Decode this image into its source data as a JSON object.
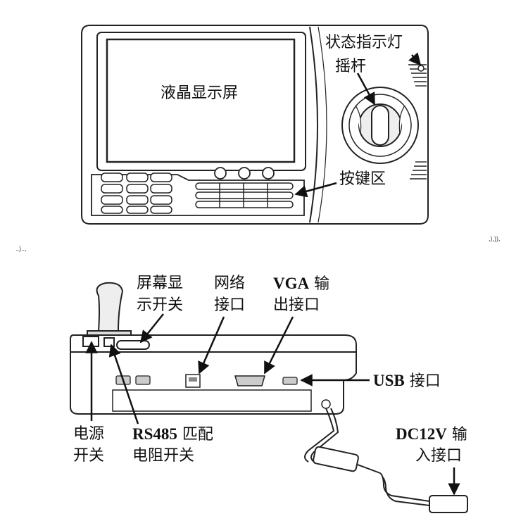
{
  "front_view": {
    "screen_label": "液晶显示屏",
    "status_light_label": "状态指示灯",
    "joystick_label": "摇杆",
    "keypad_label": "按键区"
  },
  "rear_view": {
    "screen_switch_label": {
      "line1": "屏幕显",
      "line2": "示开关"
    },
    "network_port_label": {
      "line1": "网络",
      "line2": "接口"
    },
    "vga_label": {
      "line1_bold": "VGA",
      "line1_rest": " 输",
      "line2": "出接口"
    },
    "usb_label": {
      "bold": "USB",
      "rest": " 接口"
    },
    "power_switch_label": {
      "line1": "电源",
      "line2": "开关"
    },
    "rs485_label": {
      "line1_bold": "RS485",
      "line1_rest": " 匹配",
      "line2": "电阻开关"
    },
    "dc_label": {
      "line1_bold": "DC12V",
      "line1_rest": " 输",
      "line2": "入接口"
    }
  },
  "colors": {
    "line": "#222222",
    "screen_fill": "#ffffff",
    "background": "#ffffff"
  }
}
